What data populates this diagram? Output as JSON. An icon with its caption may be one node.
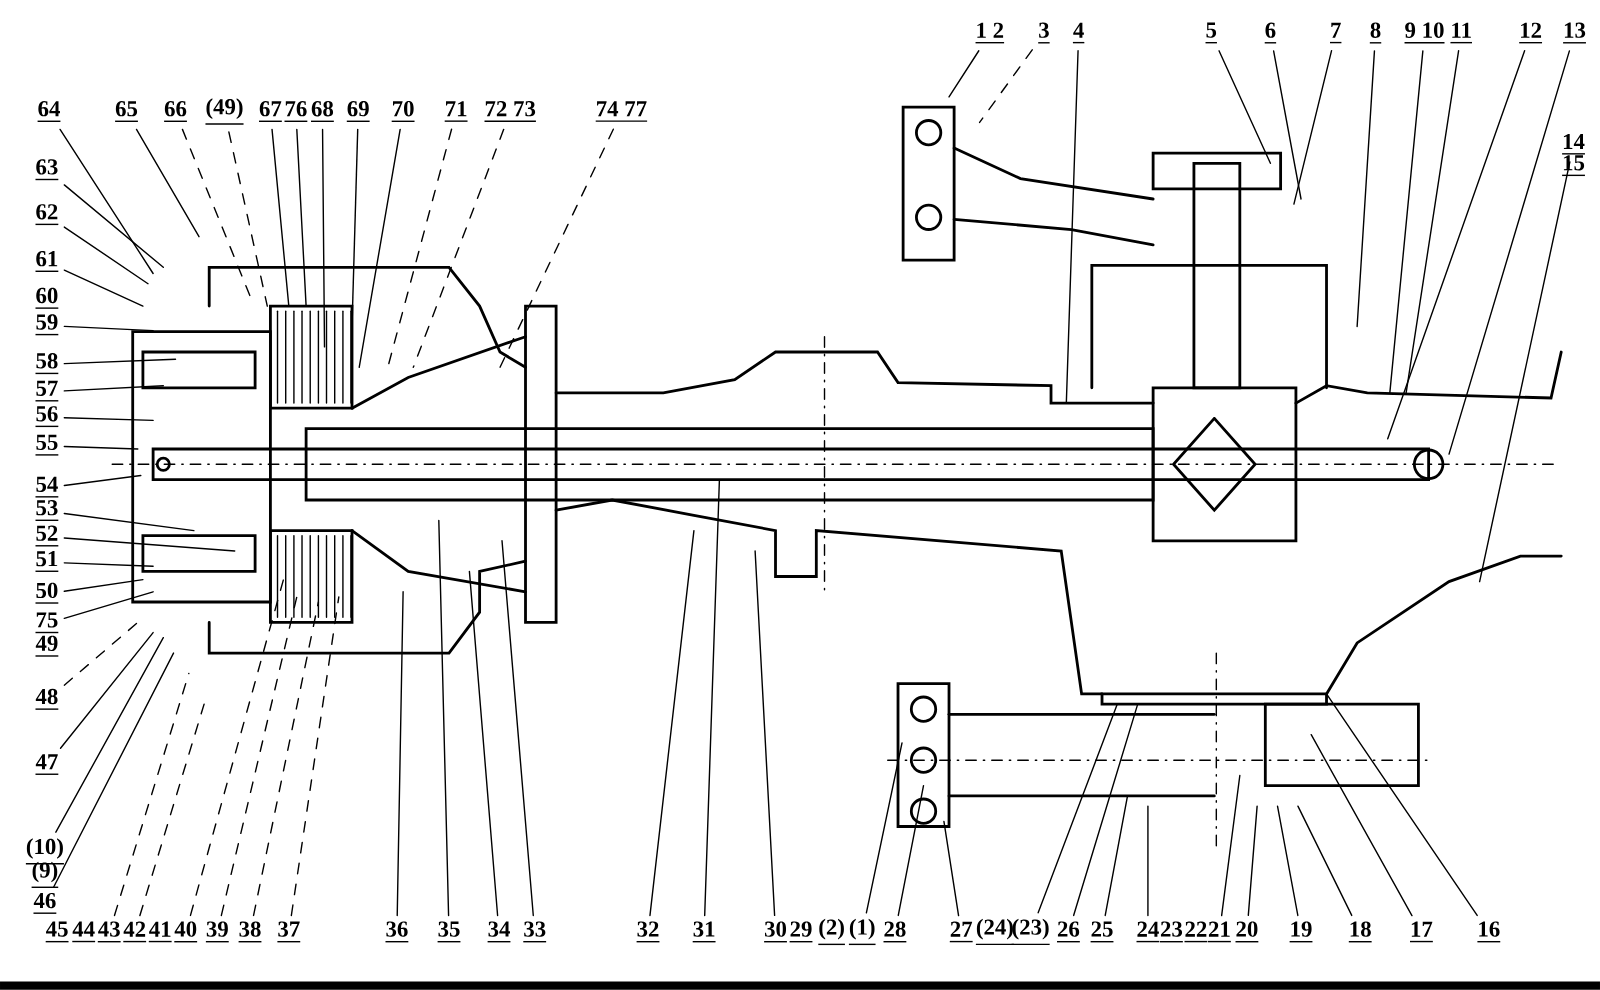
{
  "diagram": {
    "nodes": [
      {
        "text": [
          "1 2"
        ]
      },
      {
        "text": [
          "3"
        ]
      },
      {
        "text": [
          "4"
        ]
      },
      {
        "text": [
          "5"
        ]
      },
      {
        "text": [
          "6"
        ]
      },
      {
        "text": [
          "7"
        ]
      },
      {
        "text": [
          "8"
        ]
      },
      {
        "text": [
          "9 10"
        ]
      },
      {
        "text": [
          "11"
        ]
      },
      {
        "text": [
          "12"
        ]
      },
      {
        "text": [
          "13"
        ]
      },
      {
        "text": [
          "64"
        ]
      },
      {
        "text": [
          "65"
        ]
      },
      {
        "text": [
          "66"
        ]
      },
      {
        "text": [
          "(49)"
        ]
      },
      {
        "text": [
          "67"
        ]
      },
      {
        "text": [
          "76"
        ]
      },
      {
        "text": [
          "68"
        ]
      },
      {
        "text": [
          "69"
        ]
      },
      {
        "text": [
          "70"
        ]
      },
      {
        "text": [
          "71"
        ]
      },
      {
        "text": [
          "72 73"
        ]
      },
      {
        "text": [
          "74 77"
        ]
      },
      {
        "text": [
          "14"
        ]
      },
      {
        "text": [
          "15"
        ]
      },
      {
        "text": [
          "63"
        ]
      },
      {
        "text": [
          "62"
        ]
      },
      {
        "text": [
          "61"
        ]
      },
      {
        "text": [
          "60"
        ]
      },
      {
        "text": [
          "59"
        ]
      },
      {
        "text": [
          "58"
        ]
      },
      {
        "text": [
          "57"
        ]
      },
      {
        "text": [
          "56"
        ]
      },
      {
        "text": [
          "55"
        ]
      },
      {
        "text": [
          "54"
        ]
      },
      {
        "text": [
          "53"
        ]
      },
      {
        "text": [
          "52"
        ]
      },
      {
        "text": [
          "51"
        ]
      },
      {
        "text": [
          "50"
        ]
      },
      {
        "text": [
          "75"
        ]
      },
      {
        "text": [
          "49"
        ]
      },
      {
        "text": [
          "48"
        ]
      },
      {
        "text": [
          "47"
        ]
      },
      {
        "text": [
          "(10)"
        ]
      },
      {
        "text": [
          "(9)"
        ]
      },
      {
        "text": [
          "46"
        ]
      },
      {
        "text": [
          "45"
        ]
      },
      {
        "text": [
          "44"
        ]
      },
      {
        "text": [
          "43"
        ]
      },
      {
        "text": [
          "42"
        ]
      },
      {
        "text": [
          "41"
        ]
      },
      {
        "text": [
          "40"
        ]
      },
      {
        "text": [
          "39"
        ]
      },
      {
        "text": [
          "38"
        ]
      },
      {
        "text": [
          "37"
        ]
      },
      {
        "text": [
          "36"
        ]
      },
      {
        "text": [
          "35"
        ]
      },
      {
        "text": [
          "34"
        ]
      },
      {
        "text": [
          "33"
        ]
      },
      {
        "text": [
          "32"
        ]
      },
      {
        "text": [
          "31"
        ]
      },
      {
        "text": [
          "30"
        ]
      },
      {
        "text": [
          "29"
        ]
      },
      {
        "text": [
          "(2)"
        ]
      },
      {
        "text": [
          "(1)"
        ]
      },
      {
        "text": [
          "28"
        ]
      },
      {
        "text": [
          "27"
        ]
      },
      {
        "text": [
          "(24)"
        ]
      },
      {
        "text": [
          "(23)"
        ]
      },
      {
        "text": [
          "26"
        ]
      },
      {
        "text": [
          "25"
        ]
      },
      {
        "text": [
          "24"
        ]
      },
      {
        "text": [
          "23"
        ]
      },
      {
        "text": [
          "22"
        ]
      },
      {
        "text": [
          "21"
        ]
      },
      {
        "text": [
          "20"
        ]
      },
      {
        "text": [
          "19"
        ]
      },
      {
        "text": [
          "18"
        ]
      },
      {
        "text": [
          "17"
        ]
      },
      {
        "text": [
          "16"
        ]
      }
    ],
    "edges": [
      {
        "from": 0,
        "to": null,
        "arrow": "none"
      },
      {
        "from": 1,
        "to": null,
        "arrow": "none",
        "style": "dashed"
      },
      {
        "from": 2,
        "to": null,
        "arrow": "none"
      },
      {
        "from": 3,
        "to": null,
        "arrow": "none"
      },
      {
        "from": 4,
        "to": null,
        "arrow": "none"
      },
      {
        "from": 5,
        "to": null,
        "arrow": "none"
      },
      {
        "from": 6,
        "to": null,
        "arrow": "none"
      },
      {
        "from": 7,
        "to": null,
        "arrow": "none"
      },
      {
        "from": 8,
        "to": null,
        "arrow": "none"
      },
      {
        "from": 9,
        "to": null,
        "arrow": "none"
      },
      {
        "from": 10,
        "to": null,
        "arrow": "none"
      },
      {
        "from": 11,
        "to": null,
        "arrow": "none"
      },
      {
        "from": 12,
        "to": null,
        "arrow": "none"
      },
      {
        "from": 13,
        "to": null,
        "arrow": "none",
        "style": "dashed"
      },
      {
        "from": 14,
        "to": null,
        "arrow": "none",
        "style": "dashed"
      },
      {
        "from": 15,
        "to": null,
        "arrow": "none"
      },
      {
        "from": 16,
        "to": null,
        "arrow": "none"
      },
      {
        "from": 17,
        "to": null,
        "arrow": "none"
      },
      {
        "from": 18,
        "to": null,
        "arrow": "none"
      },
      {
        "from": 19,
        "to": null,
        "arrow": "none"
      },
      {
        "from": 20,
        "to": null,
        "arrow": "none",
        "style": "dashed"
      },
      {
        "from": 21,
        "to": null,
        "arrow": "none",
        "style": "dashed"
      },
      {
        "from": 22,
        "to": null,
        "arrow": "none",
        "style": "dashed"
      },
      {
        "from": 23,
        "to": null,
        "arrow": "none"
      },
      {
        "from": 25,
        "to": null,
        "arrow": "none"
      },
      {
        "from": 26,
        "to": null,
        "arrow": "none"
      },
      {
        "from": 27,
        "to": null,
        "arrow": "none"
      },
      {
        "from": 29,
        "to": null,
        "arrow": "none"
      },
      {
        "from": 30,
        "to": null,
        "arrow": "none"
      },
      {
        "from": 31,
        "to": null,
        "arrow": "none"
      },
      {
        "from": 32,
        "to": null,
        "arrow": "none"
      },
      {
        "from": 33,
        "to": null,
        "arrow": "none"
      },
      {
        "from": 34,
        "to": null,
        "arrow": "none"
      },
      {
        "from": 35,
        "to": null,
        "arrow": "none"
      },
      {
        "from": 36,
        "to": null,
        "arrow": "none"
      },
      {
        "from": 37,
        "to": null,
        "arrow": "none"
      },
      {
        "from": 38,
        "to": null,
        "arrow": "none"
      },
      {
        "from": 39,
        "to": null,
        "arrow": "none"
      },
      {
        "from": 41,
        "to": null,
        "arrow": "none",
        "style": "dashed"
      },
      {
        "from": 42,
        "to": null,
        "arrow": "none"
      },
      {
        "from": 43,
        "to": null,
        "arrow": "none"
      },
      {
        "from": 45,
        "to": null,
        "arrow": "none"
      },
      {
        "from": 48,
        "to": null,
        "arrow": "none",
        "style": "dashed"
      },
      {
        "from": 49,
        "to": null,
        "arrow": "none",
        "style": "dashed"
      },
      {
        "from": 51,
        "to": null,
        "arrow": "none",
        "style": "dashed"
      },
      {
        "from": 52,
        "to": null,
        "arrow": "none",
        "style": "dashed"
      },
      {
        "from": 53,
        "to": null,
        "arrow": "none",
        "style": "dashed"
      },
      {
        "from": 54,
        "to": null,
        "arrow": "none",
        "style": "dashed"
      },
      {
        "from": 55,
        "to": null,
        "arrow": "none"
      },
      {
        "from": 56,
        "to": null,
        "arrow": "none"
      },
      {
        "from": 57,
        "to": null,
        "arrow": "none"
      },
      {
        "from": 58,
        "to": null,
        "arrow": "none"
      },
      {
        "from": 59,
        "to": null,
        "arrow": "none"
      },
      {
        "from": 60,
        "to": null,
        "arrow": "none"
      },
      {
        "from": 61,
        "to": null,
        "arrow": "none"
      },
      {
        "from": 64,
        "to": null,
        "arrow": "none"
      },
      {
        "from": 65,
        "to": null,
        "arrow": "none"
      },
      {
        "from": 66,
        "to": null,
        "arrow": "none"
      },
      {
        "from": 68,
        "to": null,
        "arrow": "none"
      },
      {
        "from": 69,
        "to": null,
        "arrow": "none"
      },
      {
        "from": 70,
        "to": null,
        "arrow": "none"
      },
      {
        "from": 71,
        "to": null,
        "arrow": "none"
      },
      {
        "from": 74,
        "to": null,
        "arrow": "none"
      },
      {
        "from": 75,
        "to": null,
        "arrow": "none"
      },
      {
        "from": 76,
        "to": null,
        "arrow": "none"
      },
      {
        "from": 77,
        "to": null,
        "arrow": "none"
      },
      {
        "from": 78,
        "to": null,
        "arrow": "none"
      },
      {
        "from": 79,
        "to": null,
        "arrow": "none"
      }
    ]
  }
}
